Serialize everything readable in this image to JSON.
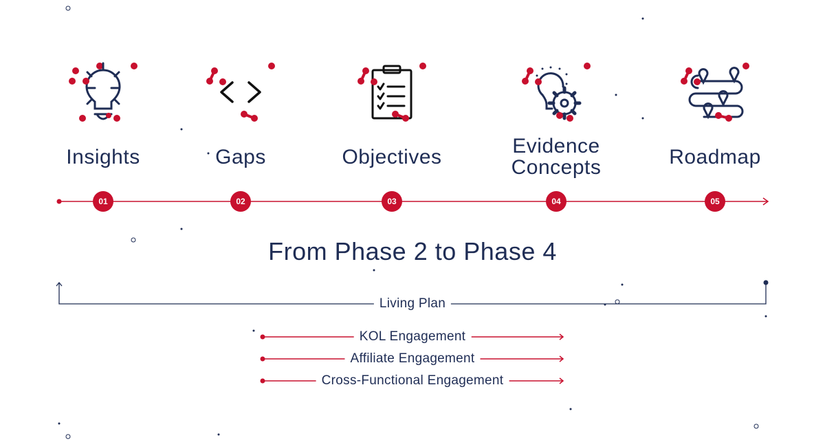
{
  "colors": {
    "navy": "#1f2d55",
    "red": "#c8102e"
  },
  "phases": [
    {
      "number": "01",
      "label": "Insights",
      "icon": "lightbulb-icon"
    },
    {
      "number": "02",
      "label": "Gaps",
      "icon": "code-brackets-icon"
    },
    {
      "number": "03",
      "label": "Objectives",
      "icon": "clipboard-checklist-icon"
    },
    {
      "number": "04",
      "label": "Evidence Concepts",
      "icon": "lightbulb-gear-icon"
    },
    {
      "number": "05",
      "label": "Roadmap",
      "icon": "roadmap-path-icon"
    }
  ],
  "title": "From Phase 2 to Phase 4",
  "living_plan": "Living Plan",
  "engagements": [
    "KOL Engagement",
    "Affiliate Engagement",
    "Cross-Functional Engagement"
  ]
}
